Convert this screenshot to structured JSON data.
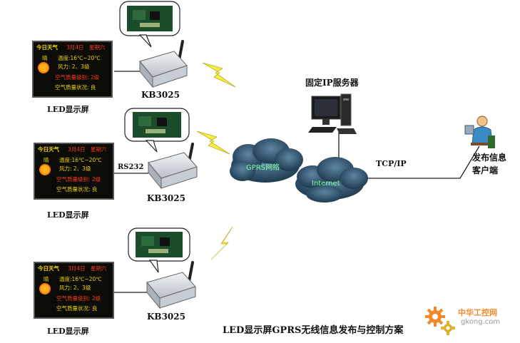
{
  "colors": {
    "cloud": "#2e4f66",
    "cloud_text": "#7fffa0",
    "bolt": "#f5ef40",
    "line": "#222222",
    "led_bg": "#0b0b08",
    "led_yellow": "#f0d400",
    "led_red": "#ff3a1a",
    "router": "#d8dde2",
    "watermark_orange": "#f08a2a"
  },
  "led_panel": {
    "title": "今日天气",
    "date": "3月4日",
    "weekday": "星期六",
    "weather": "晴",
    "temp": "温度:16℃~20℃",
    "wind": "风力: 2、3级",
    "aq_level": "空气质量级别: 2级",
    "aq_status": "空气质量状况: 良"
  },
  "devices": [
    {
      "router_label": "KB3025",
      "led_label": "LED显示屏",
      "port_label": ""
    },
    {
      "router_label": "KB3025",
      "led_label": "LED显示屏",
      "port_label": "RS232"
    },
    {
      "router_label": "KB3025",
      "led_label": "LED显示屏",
      "port_label": ""
    }
  ],
  "network": {
    "gprs_label": "GPRS网络",
    "internet_label": "Internet",
    "server_label": "固定IP服务器",
    "protocol_label": "TCP/IP",
    "client_label_line1": "发布信息",
    "client_label_line2": "客户端"
  },
  "caption": "LED显示屏GPRS无线信息发布与控制方案",
  "watermark": {
    "brand": "中华工控网",
    "domain": "gkong.com"
  }
}
